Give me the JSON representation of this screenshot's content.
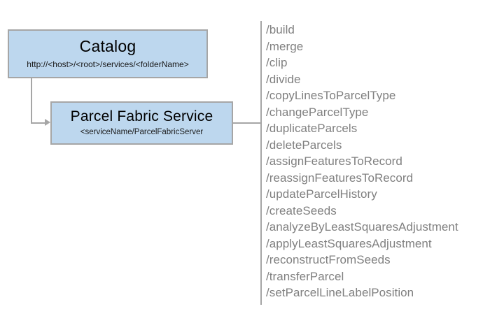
{
  "diagram": {
    "catalog": {
      "title": "Catalog",
      "url": "http://<host>/<root>/services/<folderName>"
    },
    "service": {
      "title": "Parcel Fabric Service",
      "path": "<serviceName/ParcelFabricServer"
    },
    "operations": [
      "/build",
      "/merge",
      "/clip",
      "/divide",
      "/copyLinesToParcelType",
      "/changeParcelType",
      "/duplicateParcels",
      "/deleteParcels",
      "/assignFeaturesToRecord",
      "/reassignFeaturesToRecord",
      "/updateParcelHistory",
      "/createSeeds",
      "/analyzeByLeastSquaresAdjustment",
      "/applyLeastSquaresAdjustment",
      "/reconstructFromSeeds",
      "/transferParcel",
      "/setParcelLineLabelPosition"
    ],
    "colors": {
      "node_fill": "#bdd7ee",
      "node_border": "#a6a6a6",
      "connector": "#a6a6a6",
      "list_text": "#808080",
      "title_text": "#000000",
      "background": "#ffffff"
    }
  }
}
